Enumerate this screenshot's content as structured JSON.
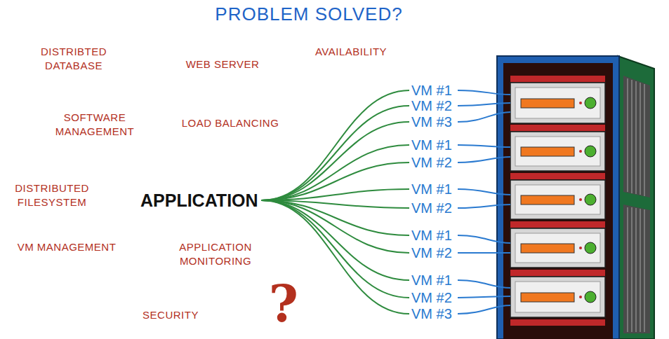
{
  "diagram": {
    "title": "PROBLEM SOLVED?",
    "nodes": [
      {
        "text": [
          "APPLICATION"
        ]
      },
      {
        "text": [
          "VM #1"
        ]
      },
      {
        "text": [
          "VM #2"
        ]
      },
      {
        "text": [
          "VM #3"
        ]
      },
      {
        "text": [
          "VM #1"
        ]
      },
      {
        "text": [
          "VM #2"
        ]
      },
      {
        "text": [
          "VM #1"
        ]
      },
      {
        "text": [
          "VM #2"
        ]
      },
      {
        "text": [
          "VM #1"
        ]
      },
      {
        "text": [
          "VM #2"
        ]
      },
      {
        "text": [
          "VM #1"
        ]
      },
      {
        "text": [
          "VM #2"
        ]
      },
      {
        "text": [
          "VM #3"
        ]
      }
    ],
    "edges": [
      {
        "from": 0,
        "to": 1,
        "arrow": "none"
      },
      {
        "from": 0,
        "to": 2,
        "arrow": "none"
      },
      {
        "from": 0,
        "to": 3,
        "arrow": "none"
      },
      {
        "from": 0,
        "to": 4,
        "arrow": "none"
      },
      {
        "from": 0,
        "to": 5,
        "arrow": "none"
      },
      {
        "from": 0,
        "to": 6,
        "arrow": "none"
      },
      {
        "from": 0,
        "to": 7,
        "arrow": "none"
      },
      {
        "from": 0,
        "to": 8,
        "arrow": "none"
      },
      {
        "from": 0,
        "to": 9,
        "arrow": "none"
      },
      {
        "from": 0,
        "to": 10,
        "arrow": "none"
      },
      {
        "from": 0,
        "to": 11,
        "arrow": "none"
      },
      {
        "from": 0,
        "to": 12,
        "arrow": "none"
      }
    ],
    "labels": [
      "DISTRIBTED DATABASE",
      "WEB SERVER",
      "AVAILABILITY",
      "SOFTWARE MANAGEMENT",
      "LOAD BALANCING",
      "DISTRIBUTED FILESYSTEM",
      "VM MANAGEMENT",
      "APPLICATION MONITORING",
      "?",
      "SECURITY"
    ]
  }
}
